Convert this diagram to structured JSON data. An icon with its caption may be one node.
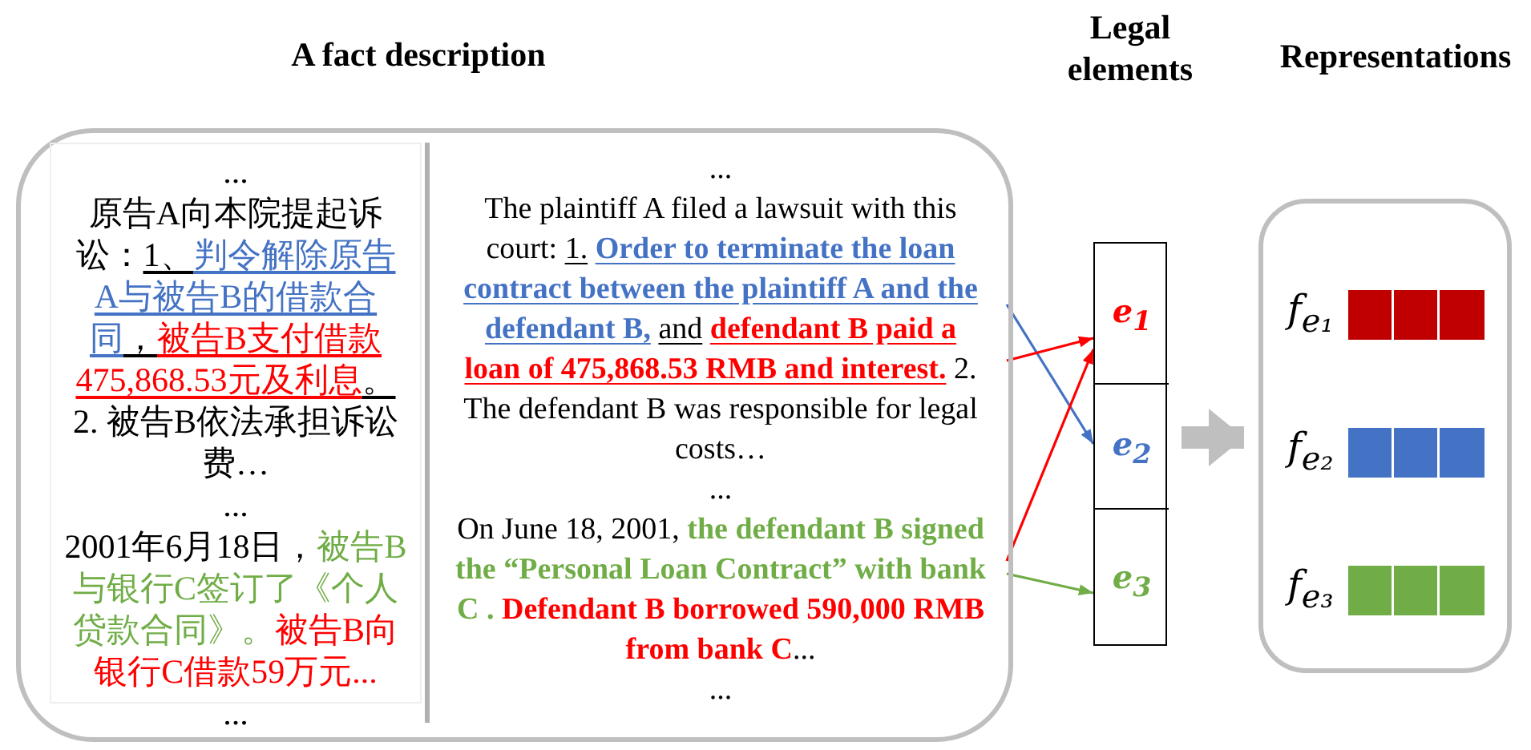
{
  "diagram": {
    "nodes": [
      {
        "text": [
          "A fact description"
        ]
      },
      {
        "text": [
          "...",
          "原告A向本院提起诉讼：",
          "1、",
          "判令解除原告A与被告B的借款合同",
          "，",
          "被告B支付借款475,868.53元及利息",
          "。",
          "2. 被告B依法承担诉讼费…",
          "...",
          "2001年6月18日，",
          "被告B与银行C签订了《个人贷款合同》。",
          "被告B向银行C借款59万元...",
          "..."
        ],
        "in": 0
      },
      {
        "text": [
          "...",
          "The plaintiff A filed a lawsuit with this court:",
          "1.",
          "Order to terminate the loan contract between the plaintiff A and the defendant B,",
          "and",
          "defendant B paid a loan of 475,868.53 RMB and interest.",
          "2. The defendant B was responsible for legal costs…",
          "...",
          "On June 18, 2001,",
          "the defendant B signed the “Personal Loan Contract” with bank C .",
          "Defendant B borrowed 590,000 RMB from bank C",
          "...",
          "..."
        ],
        "in": 0
      },
      {
        "text": [],
        "shape": "box"
      },
      {
        "text": [
          "e$_{1}$"
        ],
        "in": 3
      },
      {
        "text": [
          "e$_{2}$"
        ],
        "in": 3
      },
      {
        "text": [
          "e$_{3}$"
        ],
        "in": 3
      },
      {
        "text": [
          "Representations"
        ]
      },
      {
        "text": [],
        "shape": "bar",
        "in": 7,
        "beside": [
          "f$_{e₁}$"
        ]
      },
      {
        "text": [],
        "shape": "bar",
        "in": 7,
        "beside": [
          "f$_{e₂}$"
        ]
      },
      {
        "text": [],
        "shape": "bar",
        "in": 7,
        "beside": [
          "f$_{e₃}$"
        ]
      }
    ],
    "edges": [
      {
        "from": 2,
        "to": 5,
        "arrow": "to",
        "color": "#4472c4"
      },
      {
        "from": 2,
        "to": 4,
        "arrow": "to",
        "color": "#ff0000"
      },
      {
        "from": 2,
        "to": 6,
        "arrow": "to",
        "color": "#70ad47"
      },
      {
        "from": 2,
        "to": 4,
        "arrow": "to",
        "color": "#ff0000"
      },
      {
        "from": 3,
        "to": 7,
        "arrow": "to",
        "style": "thick",
        "color": "#bfbfbf"
      }
    ],
    "labels": [
      "Legal elements"
    ]
  }
}
